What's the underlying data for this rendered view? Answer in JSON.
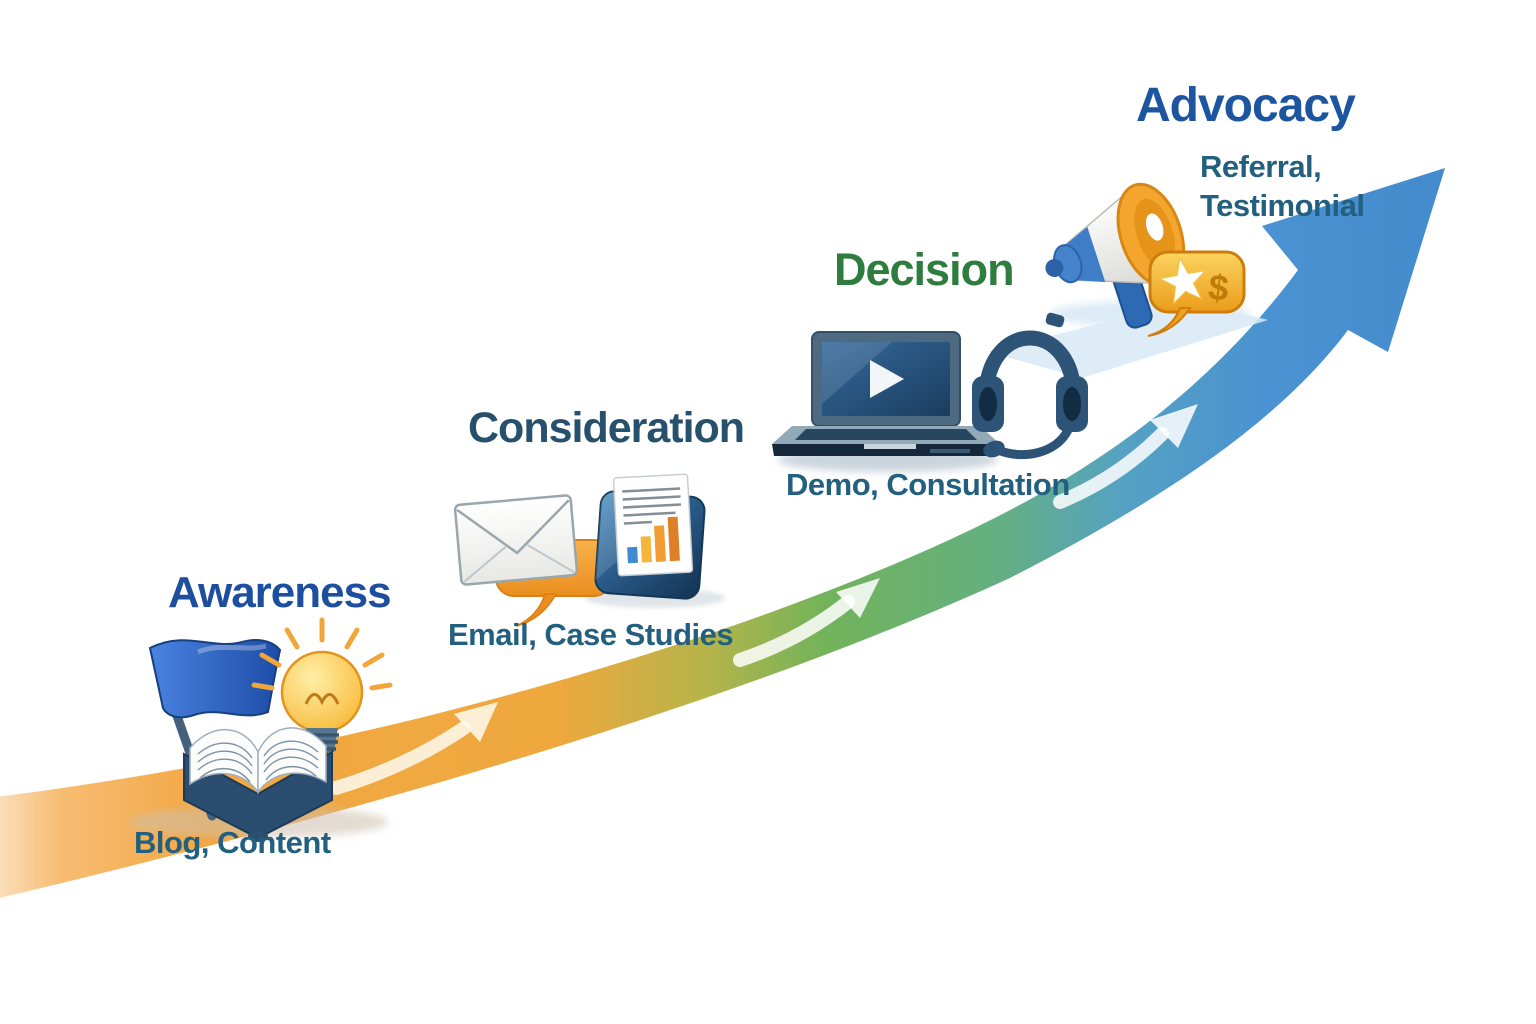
{
  "stages": [
    {
      "name": "Awareness",
      "tactics": "Blog, Content",
      "title_color": "#1d4f9e",
      "icons": [
        "flag-icon",
        "lightbulb-icon",
        "open-book-icon"
      ]
    },
    {
      "name": "Consideration",
      "tactics": "Email, Case Studies",
      "title_color": "#27506c",
      "icons": [
        "envelope-icon",
        "speech-bubble-icon",
        "report-document-icon"
      ]
    },
    {
      "name": "Decision",
      "tactics": "Demo, Consultation",
      "title_color": "#2e7d3e",
      "icons": [
        "laptop-video-icon",
        "headset-icon"
      ]
    },
    {
      "name": "Advocacy",
      "tactics": "Referral, Testimonial",
      "title_color": "#1c55a0",
      "icons": [
        "megaphone-icon",
        "star-dollar-bubble-icon"
      ]
    }
  ],
  "tactics_color": "#23607f",
  "arrow": {
    "direction": "up-right",
    "gradient_start": "#f3a742",
    "gradient_middle": "#72b35a",
    "gradient_end": "#4a92d1",
    "chevron_color": "#fffcf4"
  },
  "glyphs": {
    "dollar": "$"
  }
}
